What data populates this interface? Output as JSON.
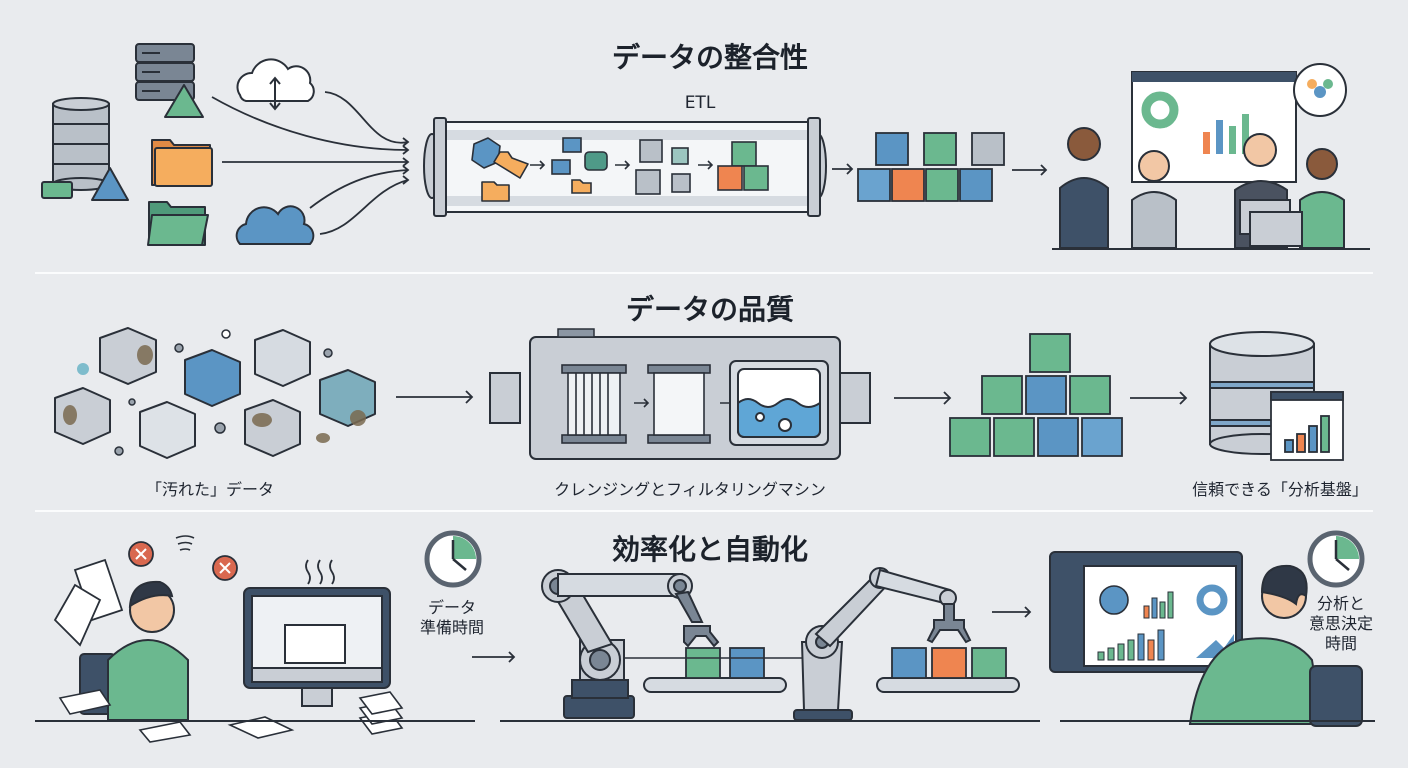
{
  "sections": [
    {
      "title": "データの整合性",
      "pipeline_label": "ETL",
      "stages": [
        "data-sources",
        "etl-pipeline",
        "integrated-data-blocks",
        "team-analysis"
      ]
    },
    {
      "title": "データの品質",
      "captions": {
        "dirty_data": "「汚れた」データ",
        "machine": "クレンジングとフィルタリングマシン",
        "foundation": "信頼できる「分析基盤」"
      }
    },
    {
      "title": "効率化と自動化",
      "clock_labels": {
        "before": [
          "データ",
          "準備時間"
        ],
        "after": [
          "分析と",
          "意思決定",
          "時間"
        ]
      },
      "clock_before_fraction": 0.25,
      "clock_after_fraction": 0.25
    }
  ],
  "colors": {
    "background": "#e9ebee",
    "blue": "#5b95c4",
    "green": "#6bb88f",
    "orange": "#ef8550",
    "gray": "#b9c0c8",
    "navy": "#3e5168",
    "folder_orange": "#f5ad5e",
    "alert_red": "#d9684f"
  }
}
